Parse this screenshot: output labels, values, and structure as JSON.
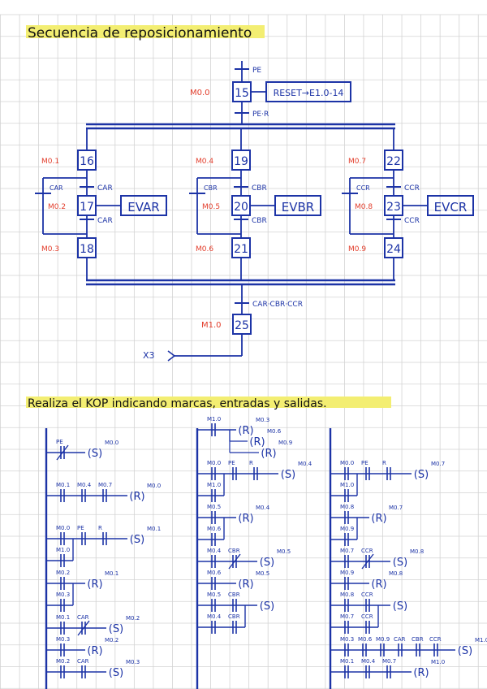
{
  "colors": {
    "ink": "#1c33a6",
    "mark": "#e23c2a",
    "highlight": "#f3ee72",
    "grid": "#d3d3d3"
  },
  "section1": {
    "title": "Secuencia de reposicionamiento"
  },
  "grafcet": {
    "initial_transition": "PE",
    "step15": {
      "number": "15",
      "mark": "M0.0",
      "action": "RESET→E1.0-14"
    },
    "transition_after_15": "PE·R",
    "branches": [
      {
        "steps": [
          {
            "number": "16",
            "mark": "M0.1"
          },
          {
            "number": "17",
            "mark": "M0.2"
          },
          {
            "number": "18",
            "mark": "M0.3"
          }
        ],
        "t_in": "CAR",
        "t_loop": "CAR",
        "t_out": "CAR",
        "action": "EVAR"
      },
      {
        "steps": [
          {
            "number": "19",
            "mark": "M0.4"
          },
          {
            "number": "20",
            "mark": "M0.5"
          },
          {
            "number": "21",
            "mark": "M0.6"
          }
        ],
        "t_in": "CBR",
        "t_loop": "CBR",
        "t_out": "CBR",
        "action": "EVBR"
      },
      {
        "steps": [
          {
            "number": "22",
            "mark": "M0.7"
          },
          {
            "number": "23",
            "mark": "M0.8"
          },
          {
            "number": "24",
            "mark": "M0.9"
          }
        ],
        "t_in": "CCR",
        "t_loop": "CCR",
        "t_out": "CCR",
        "action": "EVCR"
      }
    ],
    "final_transition": "CAR·CBR·CCR",
    "step25": {
      "number": "25",
      "mark": "M1.0"
    },
    "jump": "X3"
  },
  "section2": {
    "title": "Realiza el KOP indicando marcas, entradas y salidas."
  },
  "ladder": {
    "columns": [
      {
        "rungs": [
          {
            "contacts": [
              {
                "label": "PE",
                "nc": true
              }
            ],
            "coils": [
              {
                "type": "S",
                "label": "M0.0"
              }
            ]
          },
          {
            "contacts": [
              {
                "label": "M0.1"
              },
              {
                "label": "M0.4"
              },
              {
                "label": "M0.7"
              }
            ],
            "coils": [
              {
                "type": "R",
                "label": "M0.0"
              }
            ]
          },
          {
            "contacts": [
              {
                "label": "M0.0"
              },
              {
                "label": "PE"
              },
              {
                "label": "R"
              }
            ],
            "coils": [
              {
                "type": "S",
                "label": "M0.1"
              }
            ],
            "branch": [
              {
                "label": "M1.0"
              }
            ]
          },
          {
            "contacts": [
              {
                "label": "M0.2"
              }
            ],
            "coils": [
              {
                "type": "R",
                "label": "M0.1"
              }
            ],
            "branch": [
              {
                "label": "M0.3"
              }
            ]
          },
          {
            "contacts": [
              {
                "label": "M0.1"
              },
              {
                "label": "CAR",
                "nc": true
              }
            ],
            "coils": [
              {
                "type": "S",
                "label": "M0.2"
              }
            ]
          },
          {
            "contacts": [
              {
                "label": "M0.3"
              }
            ],
            "coils": [
              {
                "type": "R",
                "label": "M0.2"
              }
            ]
          },
          {
            "contacts": [
              {
                "label": "M0.2"
              },
              {
                "label": "CAR"
              }
            ],
            "coils": [
              {
                "type": "S",
                "label": "M0.3"
              }
            ]
          }
        ]
      },
      {
        "rungs": [
          {
            "contacts": [
              {
                "label": "M1.0"
              }
            ],
            "coils": [
              {
                "type": "R",
                "label": "M0.3"
              },
              {
                "type": "R",
                "label": "M0.6"
              },
              {
                "type": "R",
                "label": "M0.9"
              }
            ]
          },
          {
            "contacts": [
              {
                "label": "M0.0"
              },
              {
                "label": "PE"
              },
              {
                "label": "R"
              }
            ],
            "coils": [
              {
                "type": "S",
                "label": "M0.4"
              }
            ],
            "branch": [
              {
                "label": "M1.0"
              }
            ]
          },
          {
            "contacts": [
              {
                "label": "M0.5"
              }
            ],
            "coils": [
              {
                "type": "R",
                "label": "M0.4"
              }
            ],
            "branch": [
              {
                "label": "M0.6"
              }
            ]
          },
          {
            "contacts": [
              {
                "label": "M0.4"
              },
              {
                "label": "CBR",
                "nc": true
              }
            ],
            "coils": [
              {
                "type": "S",
                "label": "M0.5"
              }
            ]
          },
          {
            "contacts": [
              {
                "label": "M0.6"
              }
            ],
            "coils": [
              {
                "type": "R",
                "label": "M0.5"
              }
            ]
          },
          {
            "contacts": [
              {
                "label": "M0.5"
              },
              {
                "label": "CBR"
              }
            ],
            "coils": [
              {
                "type": "S",
                "label": ""
              }
            ],
            "branch": [
              {
                "label": "M0.4"
              },
              {
                "label": "CBR"
              }
            ]
          }
        ]
      },
      {
        "rungs": [
          {
            "contacts": [
              {
                "label": "M0.0"
              },
              {
                "label": "PE"
              },
              {
                "label": "R"
              }
            ],
            "coils": [
              {
                "type": "S",
                "label": "M0.7"
              }
            ],
            "branch": [
              {
                "label": "M1.0"
              }
            ]
          },
          {
            "contacts": [
              {
                "label": "M0.8"
              }
            ],
            "coils": [
              {
                "type": "R",
                "label": "M0.7"
              }
            ],
            "branch": [
              {
                "label": "M0.9"
              }
            ]
          },
          {
            "contacts": [
              {
                "label": "M0.7"
              },
              {
                "label": "CCR",
                "nc": true
              }
            ],
            "coils": [
              {
                "type": "S",
                "label": "M0.8"
              }
            ]
          },
          {
            "contacts": [
              {
                "label": "M0.9"
              }
            ],
            "coils": [
              {
                "type": "R",
                "label": "M0.8"
              }
            ]
          },
          {
            "contacts": [
              {
                "label": "M0.8"
              },
              {
                "label": "CCR"
              }
            ],
            "coils": [
              {
                "type": "S",
                "label": ""
              }
            ],
            "branch": [
              {
                "label": "M0.7"
              },
              {
                "label": "CCR"
              }
            ]
          },
          {
            "contacts": [
              {
                "label": "M0.3"
              },
              {
                "label": "M0.6"
              },
              {
                "label": "M0.9"
              },
              {
                "label": "CAR"
              },
              {
                "label": "CBR"
              },
              {
                "label": "CCR"
              }
            ],
            "coils": [
              {
                "type": "S",
                "label": "M1.0"
              }
            ]
          },
          {
            "contacts": [
              {
                "label": "M0.1"
              },
              {
                "label": "M0.4"
              },
              {
                "label": "M0.7"
              }
            ],
            "coils": [
              {
                "type": "R",
                "label": "M1.0"
              }
            ]
          }
        ]
      }
    ]
  }
}
